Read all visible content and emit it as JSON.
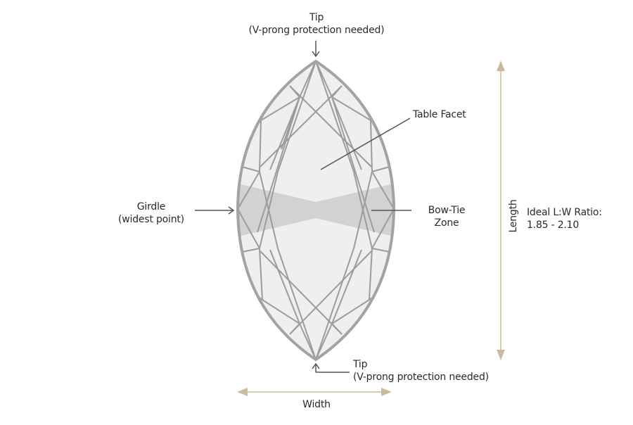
{
  "diagram": {
    "subject": "Marquise cut diamond anatomy",
    "labels": {
      "tip_top": {
        "line1": "Tip",
        "line2": "(V-prong protection needed)"
      },
      "table_facet": "Table Facet",
      "girdle": {
        "line1": "Girdle",
        "line2": "(widest point)"
      },
      "bow_tie": {
        "line1": "Bow-Tie",
        "line2": "Zone"
      },
      "tip_bottom": {
        "line1": "Tip",
        "line2": "(V-prong protection needed)"
      },
      "width": "Width",
      "length": "Length",
      "ratio": {
        "line1": "Ideal L:W Ratio:",
        "line2": "1.85 - 2.10"
      }
    },
    "colors": {
      "outline": "#a3a3a3",
      "facet_lines": "#9c9c9c",
      "fill": "#efefef",
      "bow_tie_fill": "#d2d2d2",
      "pointer": "#555555",
      "dimension_arrow": "#c8bc9c"
    },
    "icons": {
      "tip_top_arrow": "arrow-down-icon",
      "tip_bottom_arrow": "arrow-up-icon",
      "girdle_arrow": "arrow-right-icon",
      "length_arrow": "double-arrow-vertical-icon",
      "width_arrow": "double-arrow-horizontal-icon"
    }
  }
}
